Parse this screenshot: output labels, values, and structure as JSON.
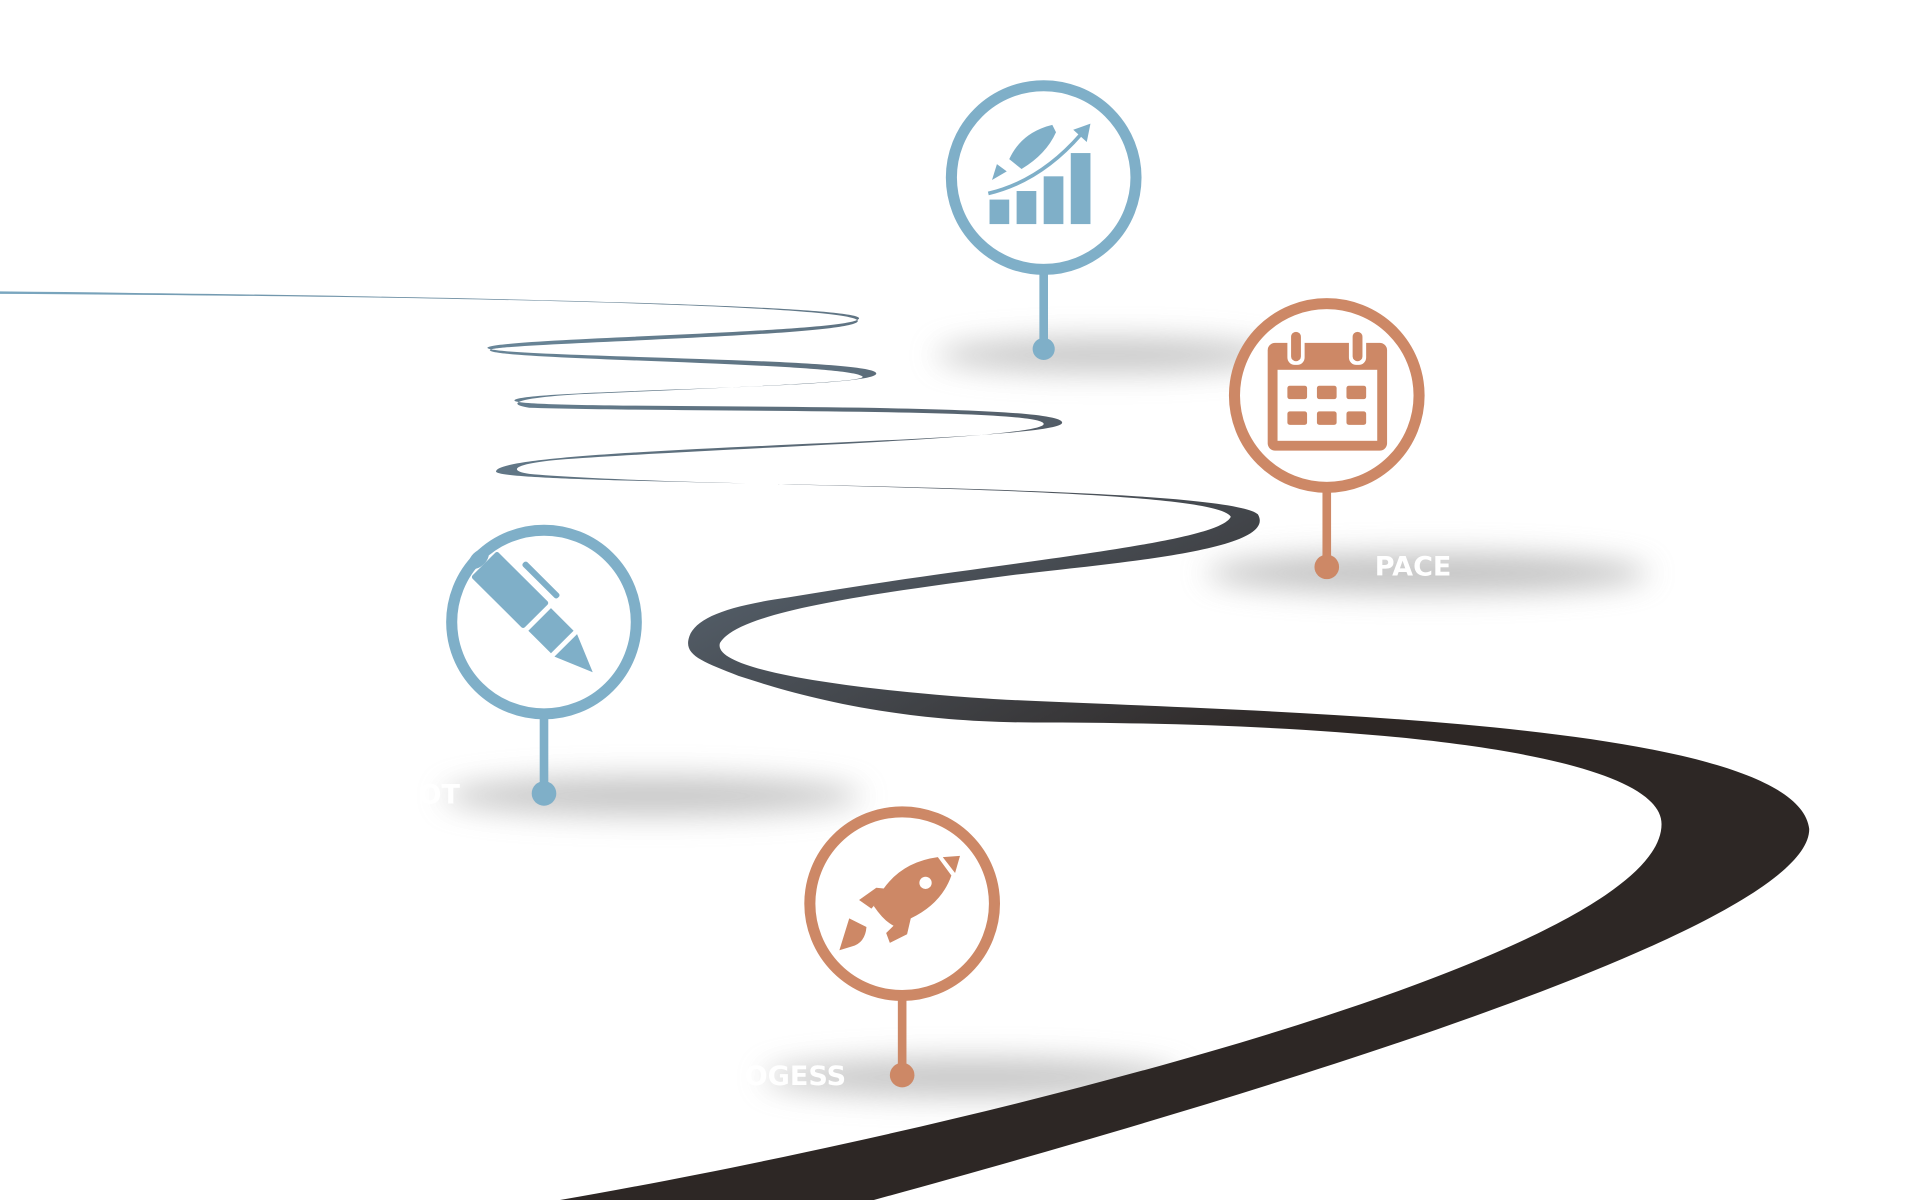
{
  "colors": {
    "blue": "#7fafc8",
    "orange": "#cd8866",
    "road_dark": "#2d2725",
    "road_light": "#7aa7c0"
  },
  "milestones": [
    {
      "icon": "rocket-growth-chart-icon",
      "color": "blue",
      "label": ""
    },
    {
      "icon": "calendar-icon",
      "color": "orange",
      "label": "PACE"
    },
    {
      "icon": "pen-icon",
      "color": "blue",
      "label": "OT"
    },
    {
      "icon": "rocket-icon",
      "color": "orange",
      "label": "OGESS"
    }
  ]
}
